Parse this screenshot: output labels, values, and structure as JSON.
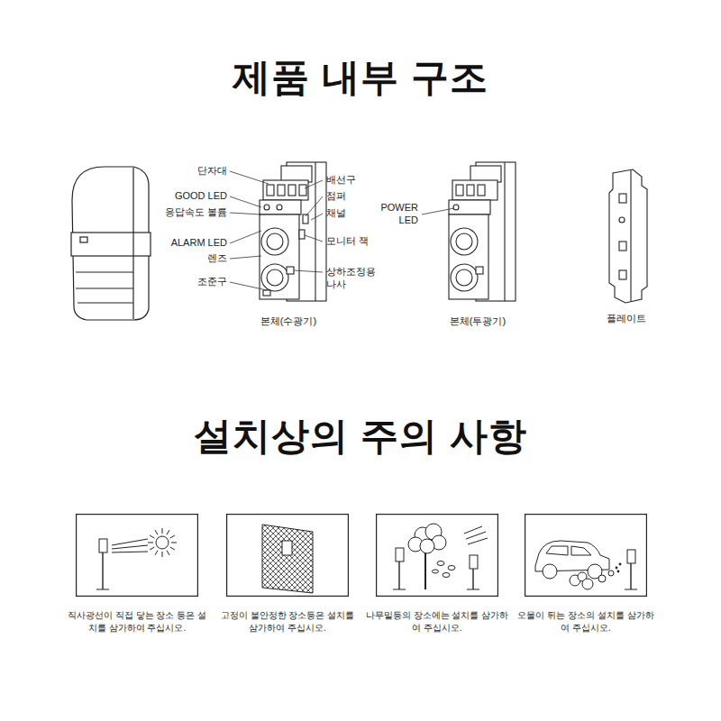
{
  "diagram": {
    "title": "제품 내부 구조",
    "nodes": [
      {
        "text": [
          "직사광선이 직접 닿는 장소 등은 설치를 삼가하여 주십시오."
        ]
      },
      {
        "text": [
          "고정이 불안정한 장소등은 설치를 삼가하여 주십시오."
        ]
      },
      {
        "text": [
          "나무밑등의 장소에는 설치를 삼가하여 주십시오."
        ]
      },
      {
        "text": [
          "오물이 튀는 장소의 설치를 삼가하여 주십시오."
        ]
      }
    ],
    "labels": [
      "단자대",
      "GOOD LED",
      "응답속도 볼륨",
      "ALARM LED",
      "렌즈",
      "조준구",
      "배선구",
      "점퍼",
      "채널",
      "모니터 잭",
      "상하조정용 나사",
      "본체(수광기)",
      "POWER LED",
      "본체(투광기)",
      "플레이트",
      "설치상의 주의 사항"
    ]
  }
}
